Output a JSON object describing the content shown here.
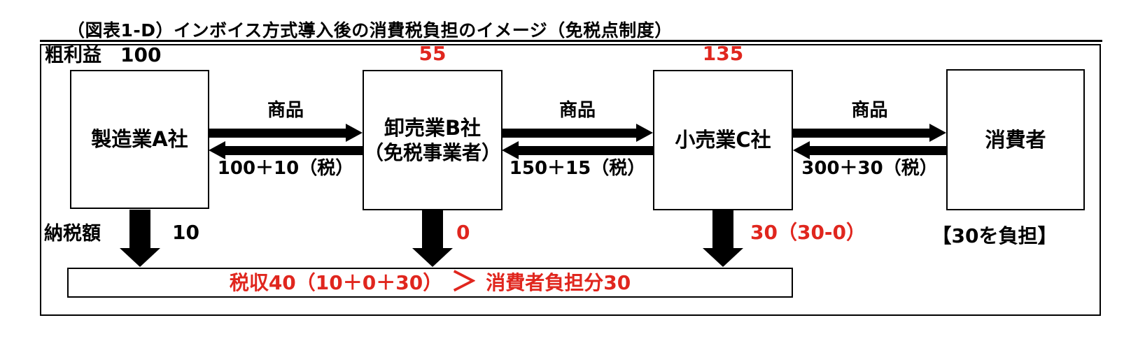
{
  "title": "（図表1-D）インボイス方式導入後の消費税負担のイメージ（免税点制度）",
  "row_labels": {
    "gross_profit": "粗利益",
    "tax_payment": "納税額"
  },
  "entities": [
    {
      "name": "製造業A社",
      "gross_profit": "100",
      "gross_profit_color": "black",
      "tax_payment": "10",
      "tax_payment_color": "black"
    },
    {
      "name": "卸売業B社",
      "subname": "（免税事業者）",
      "gross_profit": "55",
      "gross_profit_color": "red",
      "tax_payment": "0",
      "tax_payment_color": "red"
    },
    {
      "name": "小売業C社",
      "gross_profit": "135",
      "gross_profit_color": "red",
      "tax_payment": "30（30-0）",
      "tax_payment_color": "red"
    },
    {
      "name": "消費者",
      "burden": "【30を負担】"
    }
  ],
  "flows": [
    {
      "goods_label": "商品",
      "price_label": "100＋10（税）"
    },
    {
      "goods_label": "商品",
      "price_label": "150＋15（税）"
    },
    {
      "goods_label": "商品",
      "price_label": "300＋30（税）"
    }
  ],
  "summary": {
    "tax_revenue": "税収40（10＋0＋30）",
    "comparator": "＞",
    "consumer_burden": "消費者負担分30"
  },
  "palette": {
    "red": "#e0261e",
    "black": "#000000"
  }
}
